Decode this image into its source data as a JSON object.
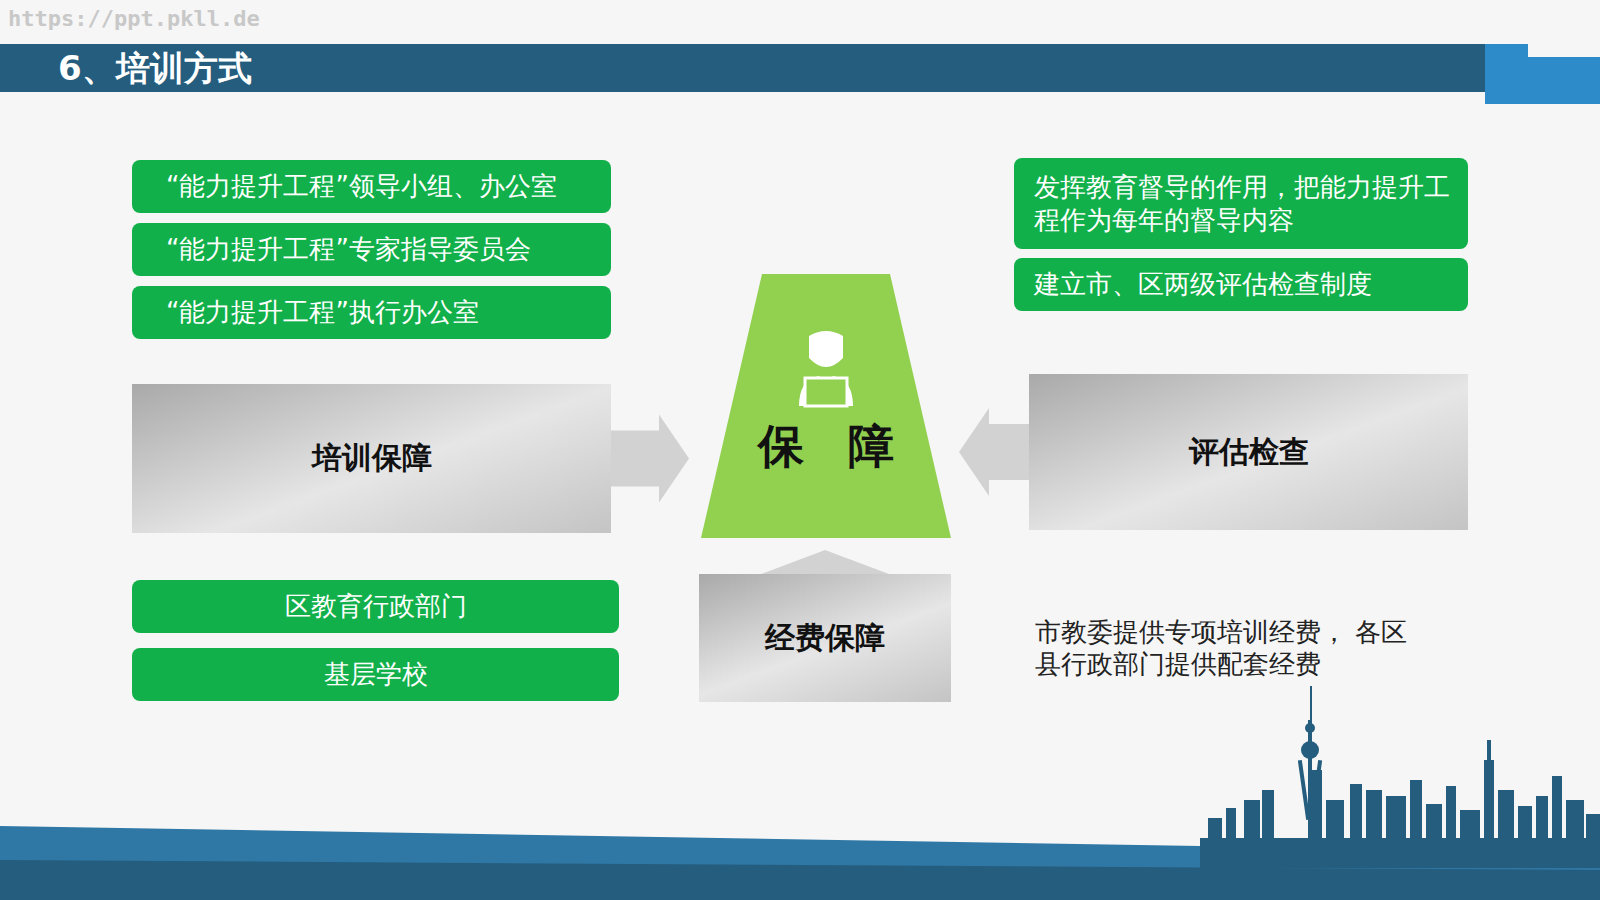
{
  "diagram": {
    "title": "6、培训方式",
    "nodes": [
      {
        "text": [
          "“能力提升工程”领导小组、办公室"
        ]
      },
      {
        "text": [
          "“能力提升工程”专家指导委员会"
        ]
      },
      {
        "text": [
          "“能力提升工程”执行办公室"
        ]
      },
      {
        "text": [
          "培训保障"
        ]
      },
      {
        "text": [
          "区教育行政部门"
        ]
      },
      {
        "text": [
          "基层学校"
        ]
      },
      {
        "text": [
          "保 障"
        ]
      },
      {
        "text": [
          "发挥教育督导的作用，把能力提升工程作为每年的督导内容"
        ]
      },
      {
        "text": [
          "建立市、区两级评估检查制度"
        ]
      },
      {
        "text": [
          "评估检查"
        ]
      },
      {
        "text": [
          "经费保障"
        ]
      }
    ],
    "edges": [
      {
        "from": 3,
        "to": 6,
        "arrow": "to"
      },
      {
        "from": 9,
        "to": 6,
        "arrow": "to"
      },
      {
        "from": 10,
        "to": 6,
        "arrow": "to"
      }
    ],
    "labels": [
      "https://ppt.pkll.de",
      "市教委提供专项培训经费， 各区县行政部门提供配套经费"
    ]
  }
}
